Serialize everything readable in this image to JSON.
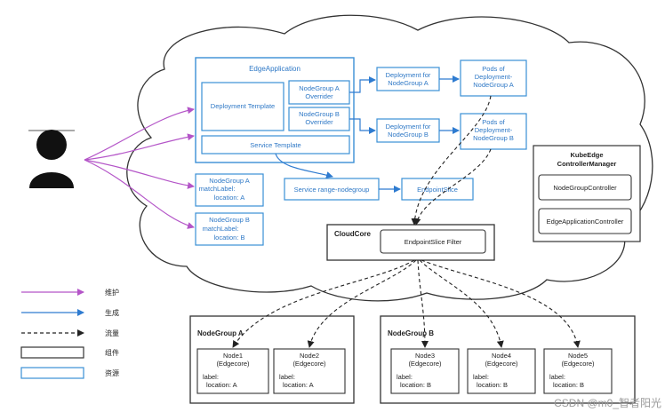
{
  "colors": {
    "resource_border": "#3A8FD6",
    "resource_text": "#2E78C6",
    "component_border": "#333333",
    "maintain_arrow": "#B455C8",
    "generate_arrow": "#2E7BD0",
    "traffic_arrow": "#222222",
    "cloud_outline": "#333333"
  },
  "resources": {
    "edge_application": "EdgeApplication",
    "deployment_template": "Deployment Template",
    "service_template": "Service Template",
    "override_a": [
      "NodeGroup A",
      "Overrider"
    ],
    "override_b": [
      "NodeGroup B",
      "Overrider"
    ],
    "deploy_a": [
      "Deployment for",
      "NodeGroup A"
    ],
    "deploy_b": [
      "Deployment for",
      "NodeGroup B"
    ],
    "pods_a": [
      "Pods of",
      "Deployment-",
      "NodeGroup A"
    ],
    "pods_b": [
      "Pods of",
      "Deployment-",
      "NodeGroup B"
    ],
    "service_range": "Service range-nodegroup",
    "endpoint_slice": "EndpointSlice",
    "nodegroup_a_res": [
      "NodeGroup A",
      "matchLabel:",
      "location: A"
    ],
    "nodegroup_b_res": [
      "NodeGroup B",
      "matchLabel:",
      "location: B"
    ]
  },
  "controller_manager": {
    "title": [
      "KubeEdge",
      "ControllerManager"
    ],
    "nodegroup_controller": "NodeGroupController",
    "edgeapp_controller": "EdgeApplicationController"
  },
  "cloudcore": {
    "title": "CloudCore",
    "filter": "EndpointSlice Filter"
  },
  "node_groups": [
    {
      "title": "NodeGroup A",
      "nodes": [
        {
          "name": "Node1",
          "runtime": "(Edgecore)",
          "label": "label:",
          "value": "location: A"
        },
        {
          "name": "Node2",
          "runtime": "(Edgecore)",
          "label": "label:",
          "value": "location: A"
        }
      ]
    },
    {
      "title": "NodeGroup B",
      "nodes": [
        {
          "name": "Node3",
          "runtime": "(Edgecore)",
          "label": "label:",
          "value": "location: B"
        },
        {
          "name": "Node4",
          "runtime": "(Edgecore)",
          "label": "label:",
          "value": "location: B"
        },
        {
          "name": "Node5",
          "runtime": "(Edgecore)",
          "label": "label:",
          "value": "location: B"
        }
      ]
    }
  ],
  "legend": {
    "maintain": "维护",
    "generate": "生成",
    "traffic": "流量",
    "component": "组件",
    "resource": "资源"
  },
  "watermark": "CSDN @m0_智者阳光"
}
